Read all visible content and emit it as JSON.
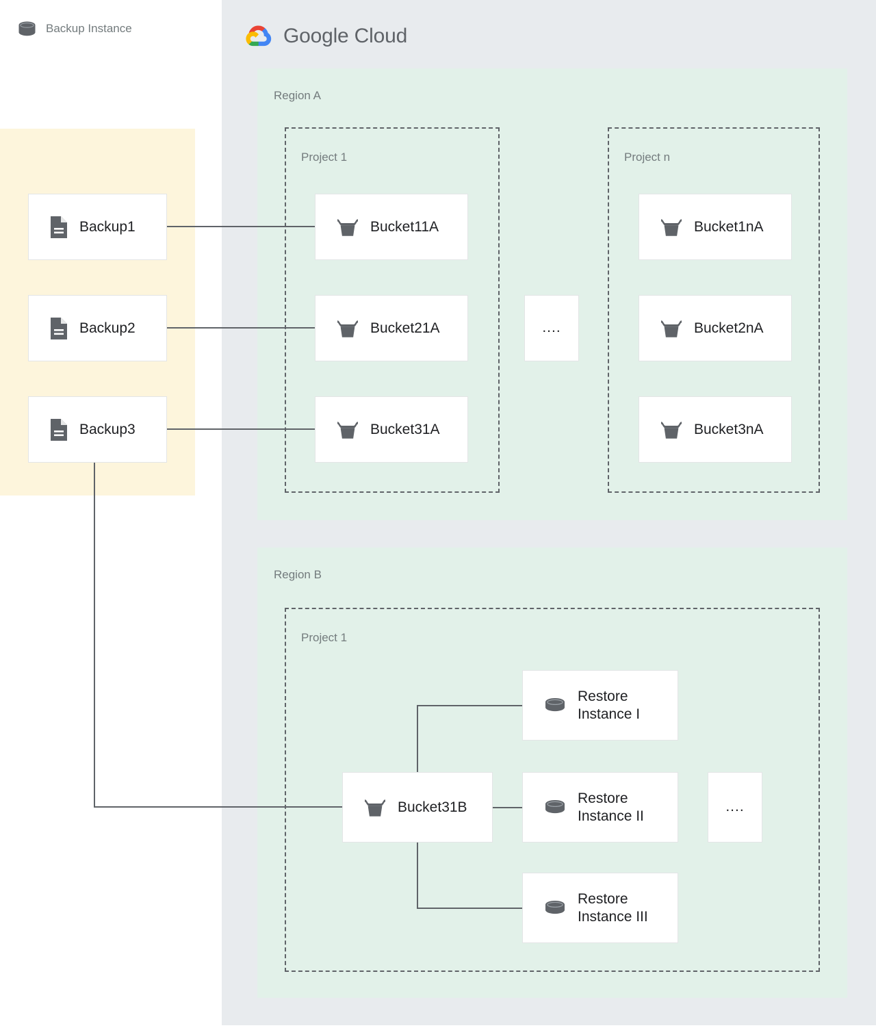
{
  "brand": {
    "name": "Google Cloud",
    "logo_icon": "google-cloud-logo-icon",
    "colors": {
      "red": "#ea4335",
      "blue": "#4285f4",
      "yellow": "#fbbc04",
      "green": "#34a853",
      "text": "#5f6368"
    }
  },
  "palette": {
    "panel_bg": "#e8ebee",
    "region_bg": "#e2f1e9",
    "backup_bg": "#fdf5dc",
    "card_bg": "#ffffff",
    "card_border": "#e3e5e6",
    "line": "#5f6368",
    "label_text": "#737b7d",
    "node_text": "#202124",
    "icon_fill": "#5f6368"
  },
  "backup_instance": {
    "title": "Backup Instance",
    "icon": "database-cylinder-icon",
    "backups": [
      {
        "label": "Backup1",
        "icon": "document-file-icon"
      },
      {
        "label": "Backup2",
        "icon": "document-file-icon"
      },
      {
        "label": "Backup3",
        "icon": "document-file-icon"
      }
    ]
  },
  "regions": [
    {
      "id": "region-a",
      "label": "Region A",
      "projects": [
        {
          "id": "project-a1",
          "label": "Project 1",
          "buckets": [
            {
              "label": "Bucket11A",
              "icon": "storage-bucket-icon"
            },
            {
              "label": "Bucket21A",
              "icon": "storage-bucket-icon"
            },
            {
              "label": "Bucket31A",
              "icon": "storage-bucket-icon"
            }
          ]
        },
        {
          "id": "project-an",
          "label": "Project n",
          "buckets": [
            {
              "label": "Bucket1nA",
              "icon": "storage-bucket-icon"
            },
            {
              "label": "Bucket2nA",
              "icon": "storage-bucket-icon"
            },
            {
              "label": "Bucket3nA",
              "icon": "storage-bucket-icon"
            }
          ]
        }
      ],
      "ellipsis": "...."
    },
    {
      "id": "region-b",
      "label": "Region B",
      "projects": [
        {
          "id": "project-b1",
          "label": "Project 1",
          "buckets": [
            {
              "label": "Bucket31B",
              "icon": "storage-bucket-icon"
            }
          ],
          "restore_instances": [
            {
              "label": "Restore\nInstance I",
              "icon": "database-cylinder-icon"
            },
            {
              "label": "Restore\nInstance II",
              "icon": "database-cylinder-icon"
            },
            {
              "label": "Restore\nInstance III",
              "icon": "database-cylinder-icon"
            }
          ]
        }
      ],
      "ellipsis": "...."
    }
  ],
  "connections": [
    {
      "from": "Backup1",
      "to": "Bucket11A"
    },
    {
      "from": "Backup2",
      "to": "Bucket21A"
    },
    {
      "from": "Backup3",
      "to": "Bucket31A"
    },
    {
      "from": "Backup3",
      "to": "Bucket31B"
    },
    {
      "from": "Bucket31B",
      "to": "Restore Instance I"
    },
    {
      "from": "Bucket31B",
      "to": "Restore Instance II"
    },
    {
      "from": "Bucket31B",
      "to": "Restore Instance III"
    }
  ]
}
